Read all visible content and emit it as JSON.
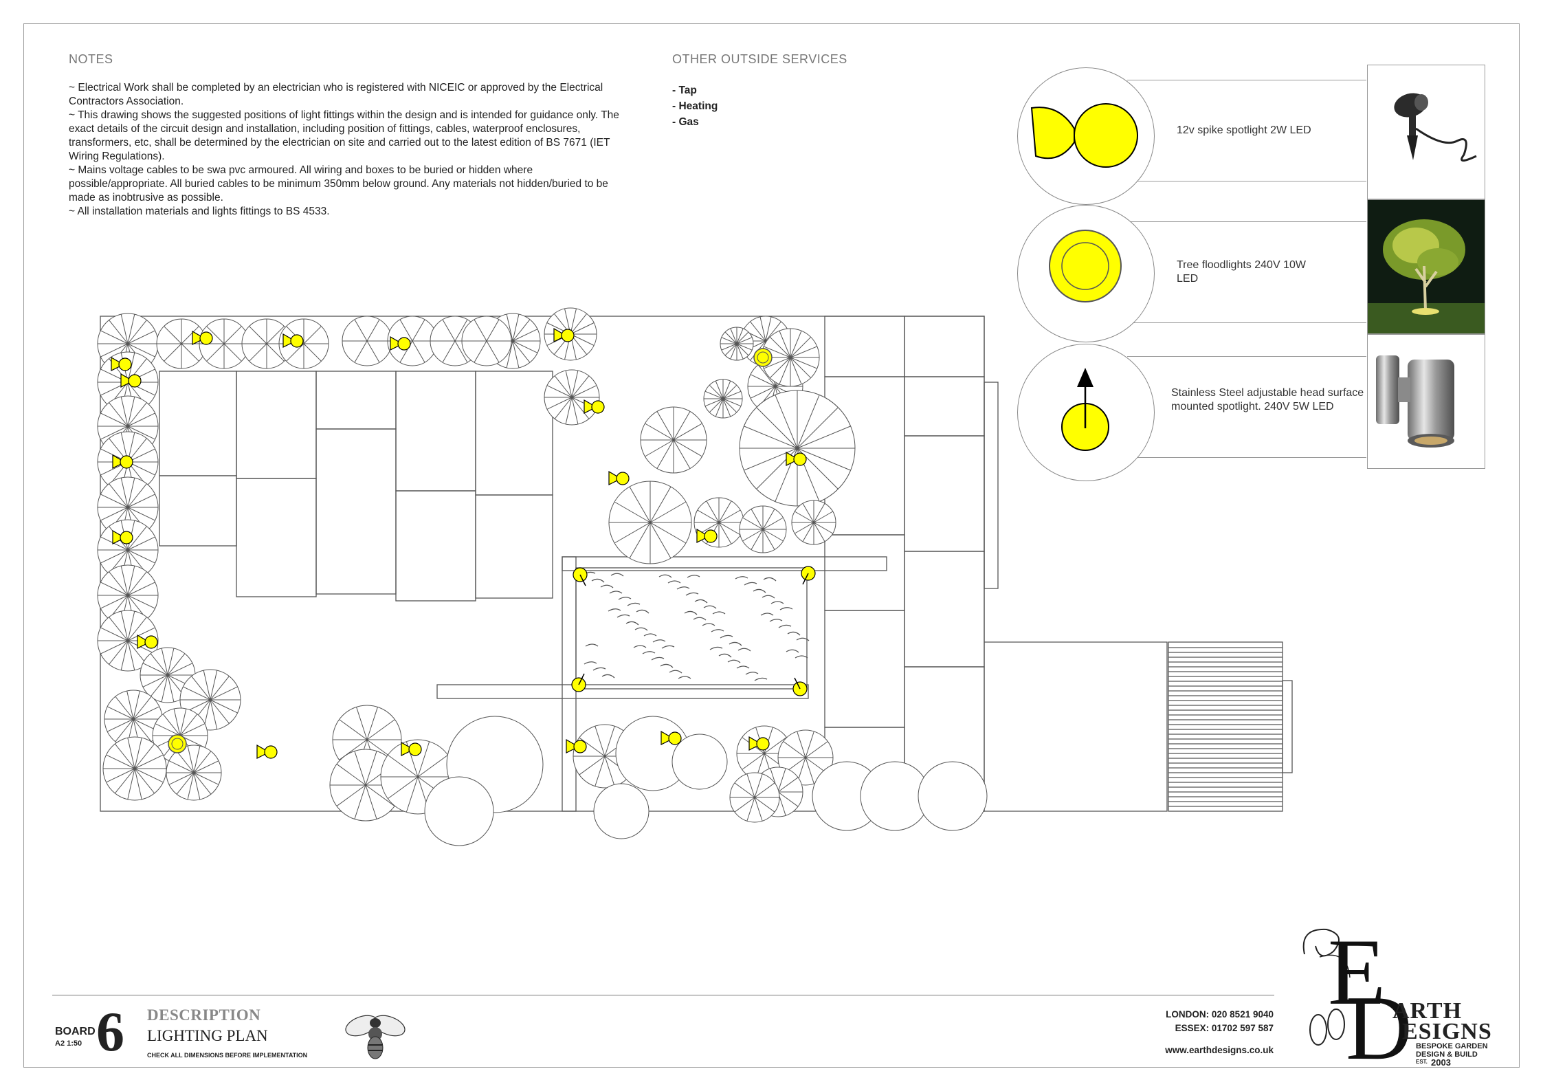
{
  "notes": {
    "heading": "NOTES",
    "lines": [
      "~ Electrical Work shall be completed by an electrician who is registered with NICEIC or approved by the Electrical Contractors Association.",
      "~ This drawing shows the suggested positions of light fittings within the design and is intended for guidance only. The exact details of the circuit design and installation, including position of fittings, cables, waterproof enclosures, transformers, etc, shall be determined by the electrician on site and carried out to the latest edition of BS 7671 (IET Wiring Regulations).",
      "~ Mains voltage cables to be swa pvc armoured. All wiring and boxes to be buried or hidden where possible/appropriate. All buried cables to be minimum 350mm below ground. Any materials not hidden/buried to be made as inobtrusive as possible.",
      "~ All installation materials and lights fittings to BS 4533."
    ]
  },
  "services": {
    "heading": "OTHER OUTSIDE SERVICES",
    "items": [
      "- Tap",
      "- Heating",
      "- Gas"
    ]
  },
  "legend": [
    {
      "label": "12v spike spotlight 2W LED",
      "icon": "spike-spotlight-icon"
    },
    {
      "label": "Tree floodlights 240V 10W LED",
      "icon": "floodlight-icon"
    },
    {
      "label": "Stainless Steel adjustable head surface mounted spotlight. 240V 5W LED",
      "icon": "surface-spotlight-icon"
    }
  ],
  "colors": {
    "light_fill": "#ffff00",
    "line": "#555555",
    "frame": "#9a9a9a"
  },
  "footer": {
    "board_label": "BOARD",
    "board_scale": "A2 1:50",
    "board_number": "6",
    "description_title": "DESCRIPTION",
    "description_value": "LIGHTING PLAN",
    "description_note": "CHECK ALL DIMENSIONS BEFORE IMPLEMENTATION"
  },
  "contact": {
    "london": "LONDON: 020 8521 9040",
    "essex": "ESSEX: 01702 597 587",
    "website": "www.earthdesigns.co.uk"
  },
  "logo": {
    "line1": "ARTH",
    "line2": "ESIGNS",
    "tagline1": "BESPOKE GARDEN",
    "tagline2": "DESIGN & BUILD",
    "est": "EST.",
    "year": "2003"
  }
}
